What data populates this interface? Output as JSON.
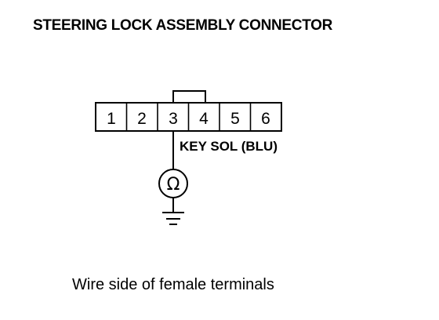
{
  "title": "STEERING LOCK ASSEMBLY CONNECTOR",
  "connector": {
    "pins": [
      "1",
      "2",
      "3",
      "4",
      "5",
      "6"
    ]
  },
  "probe_wire_label": "KEY SOL (BLU)",
  "meter_symbol": "Ω",
  "caption": "Wire side of female terminals",
  "icons": {
    "meter": "ohmmeter-icon",
    "ground": "ground-icon"
  }
}
